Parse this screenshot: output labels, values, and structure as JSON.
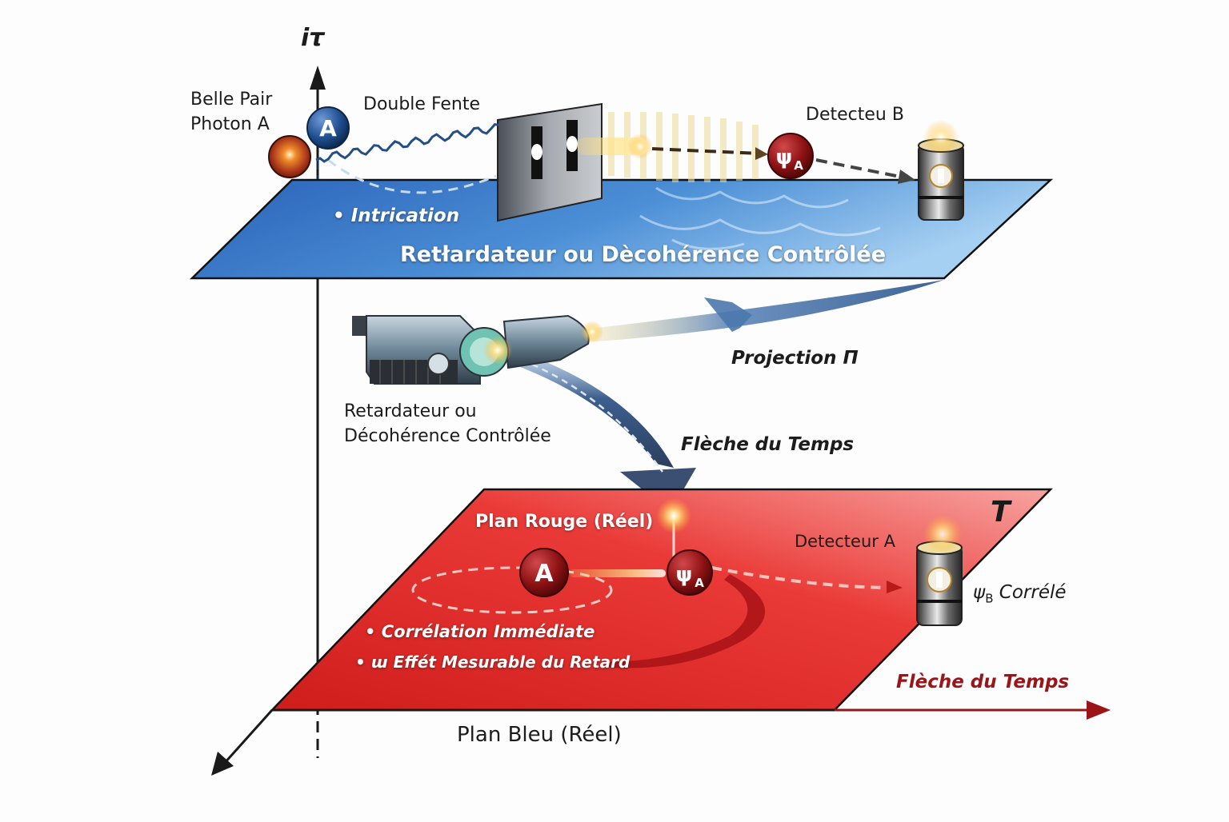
{
  "diagram": {
    "axes": {
      "vertical_label": "iτ",
      "vertical_axis": "imaginary-time-axis",
      "depth_axis": "depth-axis"
    },
    "top_plane": {
      "name": "Plan Bleu",
      "color": "#2f6fc4",
      "caption": "Retłardateur ou Dècohérence Contrôlée",
      "bullet": "Intrication",
      "labels": {
        "source": [
          "Belle Pair",
          "Photon A"
        ],
        "double_slit": "Double Fente",
        "detector": "Detecteu B",
        "particle_a": "A",
        "psi_symbol": "ψ",
        "psi_sub": "A"
      }
    },
    "middle": {
      "device_label": [
        "Retardateur ou",
        "Décohérence Contrôlée"
      ],
      "projection": "Projection Π",
      "arrow_label": "Flèche du Temps"
    },
    "bottom_plane": {
      "name": "Plan Rouge (Réel)",
      "color": "#e0302d",
      "corner_label": "T",
      "particle_a": "A",
      "psi_symbol": "ψ",
      "psi_sub": "A",
      "detector": "Detecteur A",
      "correlated_symbol": "ψ",
      "correlated_sub": "B",
      "correlated_text": "Corrélé",
      "bullets": [
        "Corrélation Immédiate",
        "ɯ Effét Mesurable du Retard"
      ],
      "time_arrow_label": "Flèche du Temps",
      "base_label": "Plan Bleu (Réel)"
    },
    "colors": {
      "blue_plane": "#2f6fc4",
      "blue_plane_light": "#8cc2ee",
      "red_plane": "#d8211f",
      "red_plane_light": "#f46a68",
      "dark_red_text": "#9b1417",
      "ball_red": "#8e1214",
      "ball_blue": "#1f4f8f",
      "arrow_blue": "#3c6496"
    }
  }
}
